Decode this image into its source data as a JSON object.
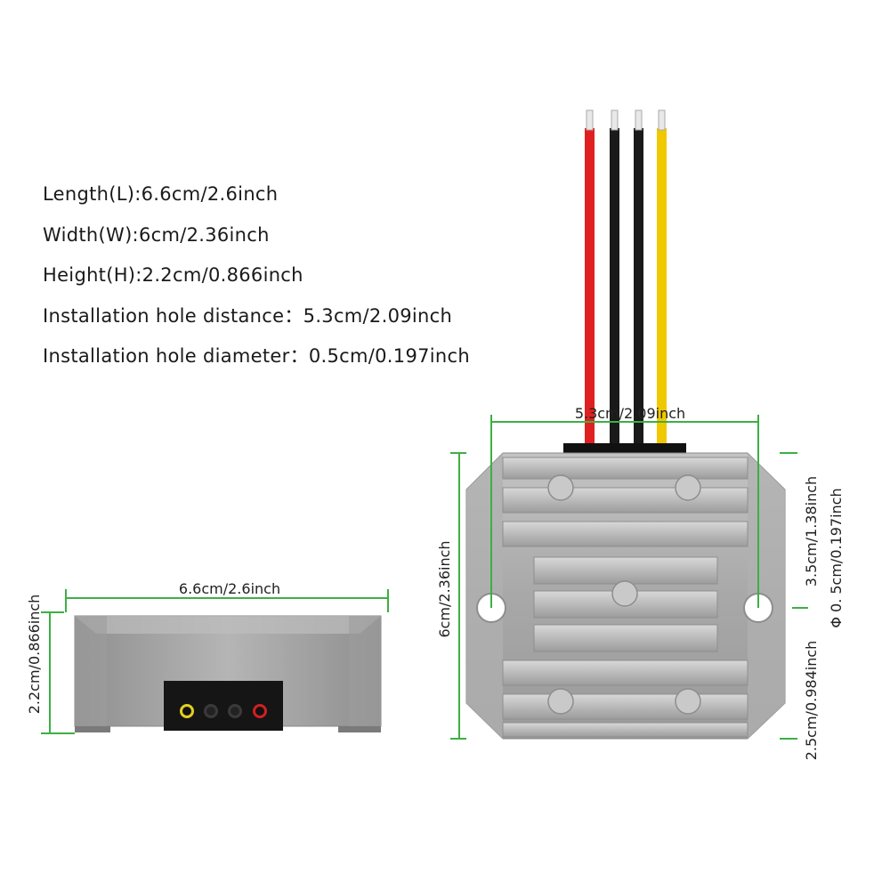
{
  "specs": [
    {
      "label": "Length(L):",
      "value": "6.6cm/2.6inch"
    },
    {
      "label": "Width(W):",
      "value": "6cm/2.36inch"
    },
    {
      "label": "Height(H):",
      "value": "2.2cm/0.866inch"
    },
    {
      "label": "Installation hole distance：",
      "value": "5.3cm/2.09inch"
    },
    {
      "label": "Installation hole diameter：",
      "value": "0.5cm/0.197inch"
    }
  ],
  "side_view": {
    "length_label": "6.6cm/2.6inch",
    "height_label": "2.2cm/0.866inch",
    "led_colors": [
      "#e0d020",
      "#333333",
      "#333333",
      "#d02020"
    ]
  },
  "top_view": {
    "hole_distance_label": "5.3cm/2.09inch",
    "width_label": "6cm/2.36inch",
    "upper_offset_label": "3.5cm/1.38inch",
    "lower_offset_label": "2.5cm/0.984inch",
    "hole_diameter_label": "Φ 0. 5cm/0.197inch",
    "wires": [
      "red",
      "black",
      "black",
      "yellow"
    ]
  },
  "colors": {
    "dimension_line": "#3cb043",
    "housing": "#a9a9a9",
    "wire_red": "#e02020",
    "wire_black": "#1a1a1a",
    "wire_yellow": "#f0c800"
  }
}
